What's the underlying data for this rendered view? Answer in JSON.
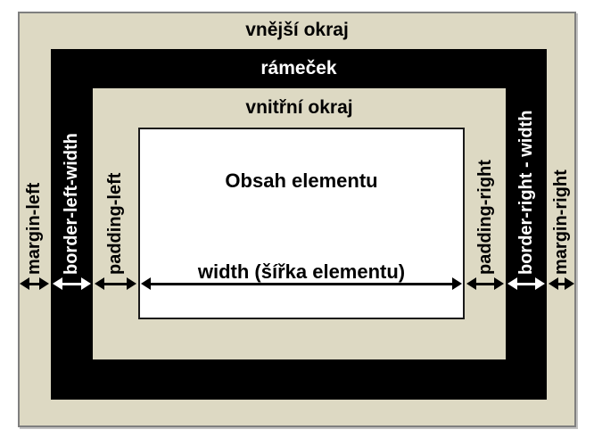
{
  "diagram": {
    "areas": {
      "outer_margin_label": "vnější okraj",
      "border_label": "rámeček",
      "inner_margin_label": "vnitřní okraj",
      "content_label": "Obsah elementu"
    },
    "width_arrow_label": "width (šířka elementu)",
    "left_edge_labels": {
      "margin": "margin-left",
      "border": "border-left-width",
      "padding": "padding-left"
    },
    "right_edge_labels": {
      "padding": "padding-right",
      "border": "border-right - width",
      "margin": "margin-right"
    },
    "colors": {
      "margin_area_bg": "#ddd9c3",
      "border_area_bg": "#000000",
      "content_bg": "#ffffff",
      "outer_outline": "#7f7f7f",
      "dark_text": "#000000",
      "light_text": "#ffffff"
    }
  }
}
